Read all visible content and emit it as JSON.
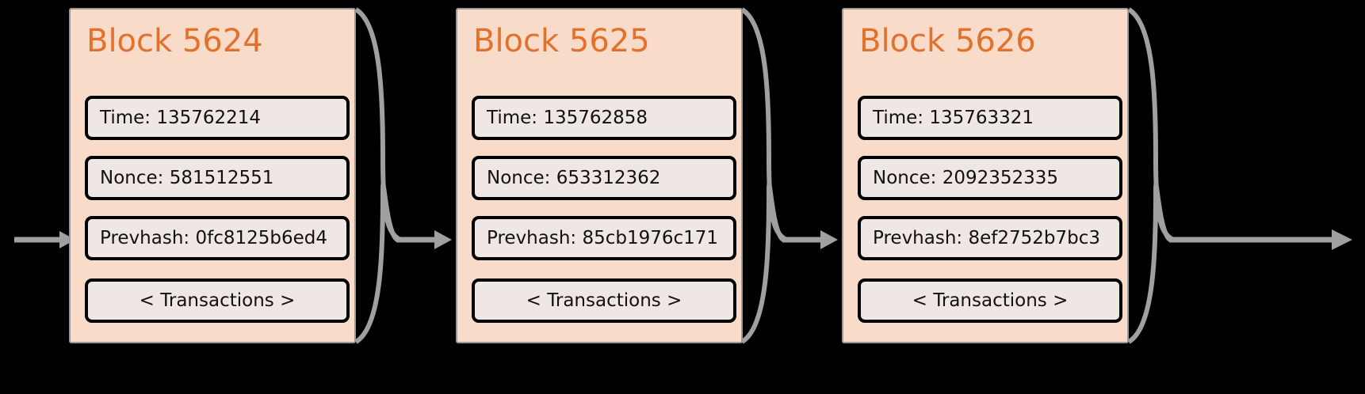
{
  "diagram": {
    "type": "blockchain-chain",
    "background_color": "#000000",
    "block_fill": "#f8dcc9",
    "block_border": "#9a9a9a",
    "title_color": "#e2712c",
    "field_fill": "#efe7e3",
    "field_border": "#000000",
    "connector_color": "#a0a0a0",
    "blocks": [
      {
        "title": "Block 5624",
        "time_label": "Time: 135762214",
        "nonce_label": "Nonce: 581512551",
        "prevhash_label": "Prevhash: 0fc8125b6ed4",
        "transactions_label": "< Transactions >"
      },
      {
        "title": "Block 5625",
        "time_label": "Time: 135762858",
        "nonce_label": "Nonce: 653312362",
        "prevhash_label": "Prevhash: 85cb1976c171",
        "transactions_label": "< Transactions >"
      },
      {
        "title": "Block 5626",
        "time_label": "Time: 135763321",
        "nonce_label": "Nonce: 2092352335",
        "prevhash_label": "Prevhash: 8ef2752b7bc3",
        "transactions_label": "< Transactions >"
      }
    ],
    "connectors": [
      {
        "name": "incoming-arrow-block-5624"
      },
      {
        "name": "arrow-block-5624-to-5625"
      },
      {
        "name": "arrow-block-5625-to-5626"
      },
      {
        "name": "outgoing-arrow-block-5626"
      }
    ]
  }
}
